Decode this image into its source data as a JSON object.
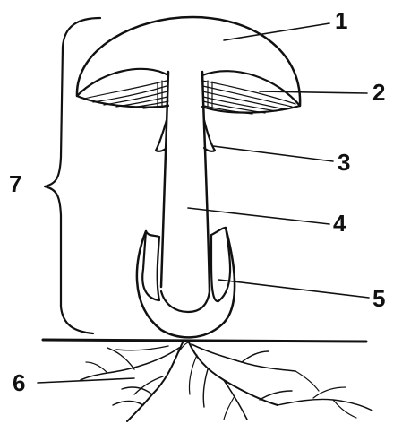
{
  "labels": {
    "l1": "1",
    "l2": "2",
    "l3": "3",
    "l4": "4",
    "l5": "5",
    "l6": "6",
    "l7": "7"
  },
  "colors": {
    "ink": "#111111",
    "background": "#ffffff"
  }
}
